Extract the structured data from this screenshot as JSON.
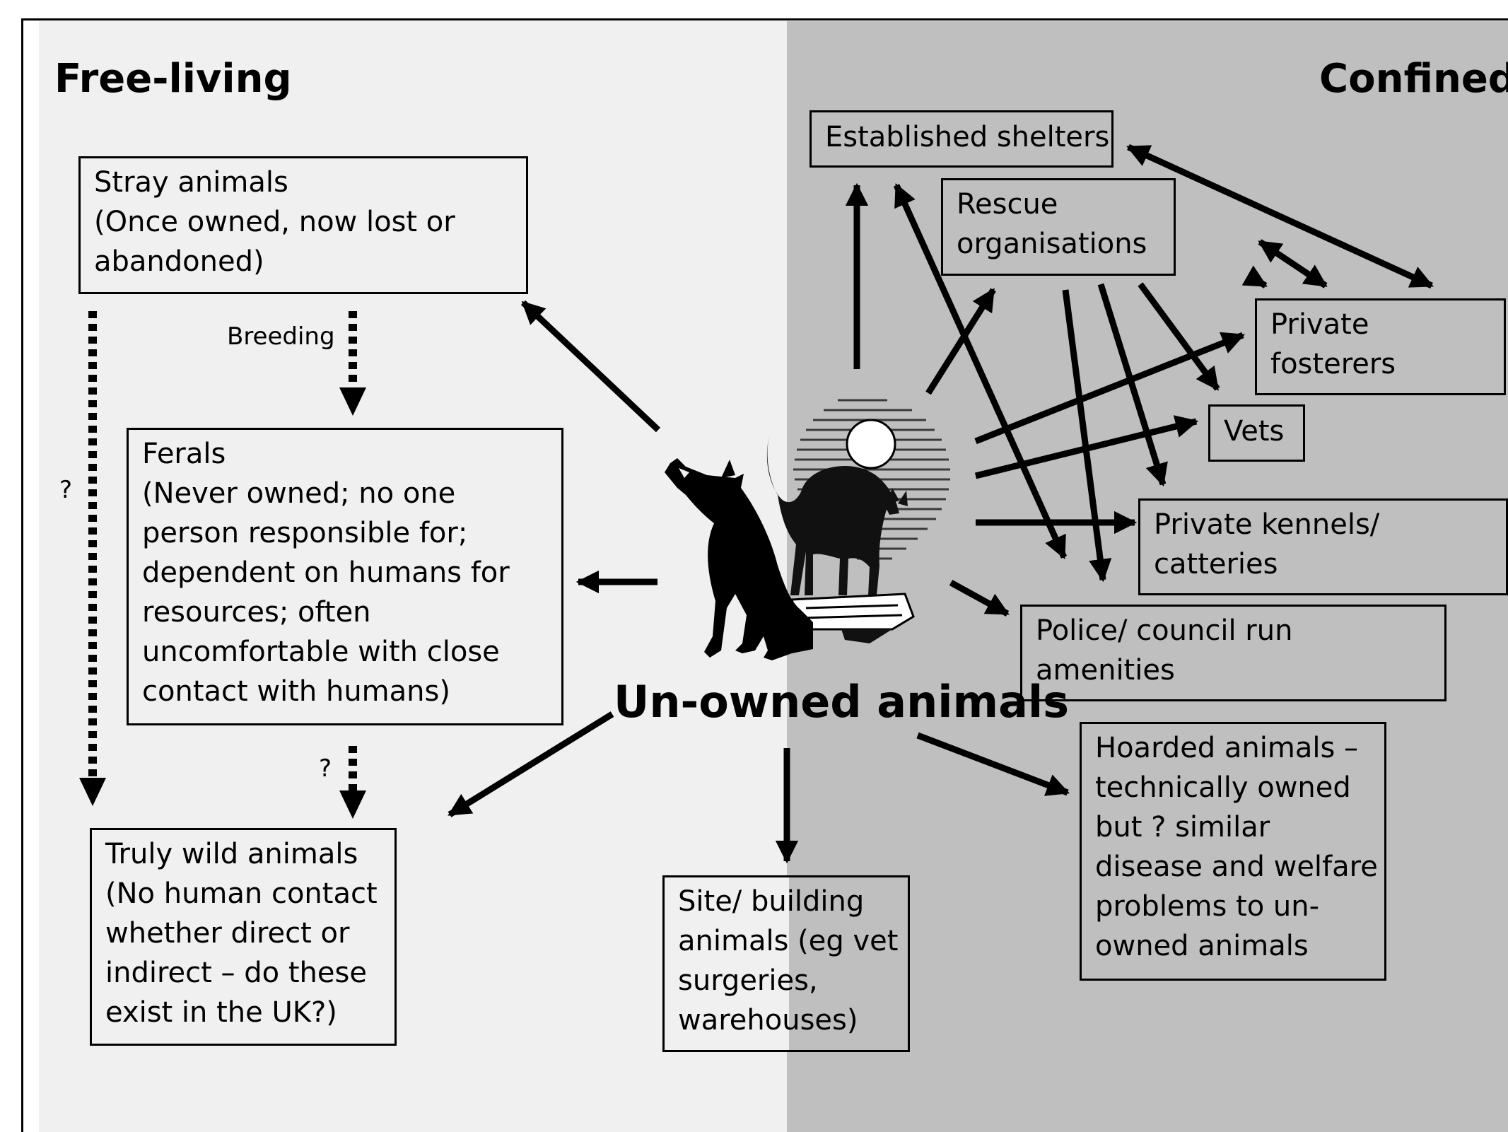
{
  "headings": {
    "left": "Free-living",
    "right": "Confined"
  },
  "center": {
    "label": "Un-owned animals",
    "illustration": "howling-wolf-and-arched-cat-under-moon"
  },
  "boxes": {
    "stray": [
      "Stray animals",
      "(Once owned, now lost or",
      "abandoned)"
    ],
    "ferals": [
      "Ferals",
      "(Never owned; no one",
      "person responsible for;",
      "dependent on humans for",
      "resources; often",
      "uncomfortable with close",
      "contact with humans)"
    ],
    "wild": [
      "Truly wild animals",
      "(No human contact",
      "whether direct or",
      "indirect – do these",
      "exist in the UK?)"
    ],
    "site": [
      "Site/ building",
      "animals (eg vet",
      "surgeries,",
      "warehouses)"
    ],
    "hoarded": [
      "Hoarded animals –",
      "technically owned",
      "but ? similar",
      "disease and welfare",
      "problems to un-",
      "owned animals"
    ],
    "shelters": [
      "Established shelters"
    ],
    "rescue": [
      "Rescue",
      "organisations"
    ],
    "fosterers": [
      "Private",
      "fosterers"
    ],
    "vets": [
      "Vets"
    ],
    "kennels": [
      "Private kennels/",
      "catteries"
    ],
    "police": [
      "Police/ council run",
      "amenities"
    ]
  },
  "annotations": {
    "breeding": "Breeding",
    "question_left": "?",
    "question_ferals": "?"
  },
  "colors": {
    "free_living_bg": "#f0f0f0",
    "confined_bg": "#bfbfbf",
    "ink": "#000000"
  }
}
